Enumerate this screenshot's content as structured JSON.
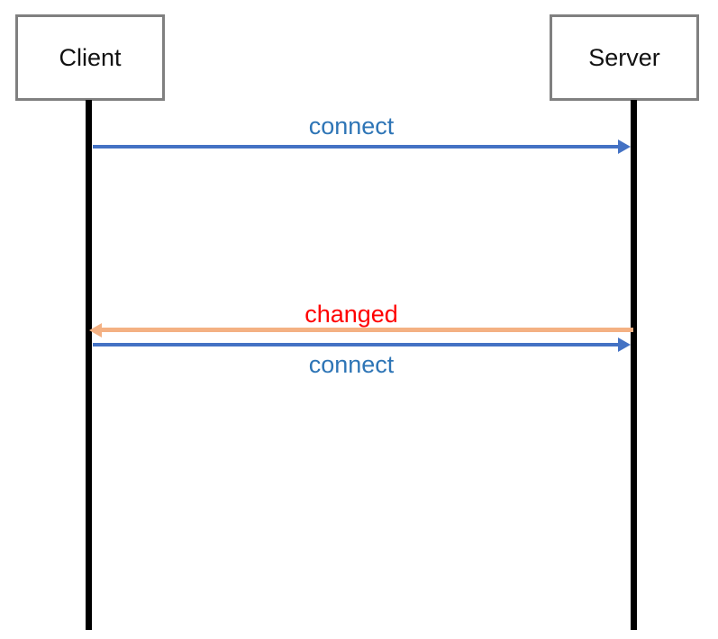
{
  "diagram": {
    "type": "sequence-diagram",
    "actors": [
      {
        "id": "client",
        "label": "Client"
      },
      {
        "id": "server",
        "label": "Server"
      }
    ],
    "messages": [
      {
        "label": "connect",
        "from": "client",
        "to": "server",
        "direction": "right",
        "label_color": "#2E75B6",
        "arrow_color": "#4472C4"
      },
      {
        "label": "changed",
        "from": "server",
        "to": "client",
        "direction": "left",
        "label_color": "#FF0000",
        "arrow_color": "#F4B183"
      },
      {
        "label": "connect",
        "from": "client",
        "to": "server",
        "direction": "right",
        "label_color": "#2E75B6",
        "arrow_color": "#4472C4"
      }
    ],
    "colors": {
      "background": "#FFFFFF",
      "actor_border": "#808080",
      "actor_text": "#111111",
      "lifeline": "#000000",
      "connect_arrow": "#4472C4",
      "connect_label": "#2E75B6",
      "changed_arrow": "#F4B183",
      "changed_label": "#FF0000"
    }
  }
}
